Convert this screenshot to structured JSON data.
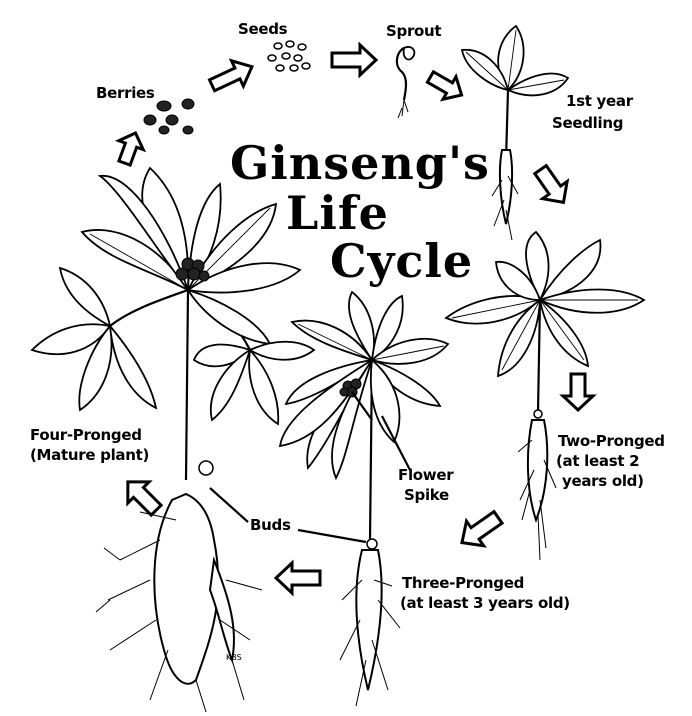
{
  "title": {
    "line1": "Ginseng's",
    "line2": "Life",
    "line3": "Cycle"
  },
  "labels": {
    "berries": "Berries",
    "seeds": "Seeds",
    "sprout": "Sprout",
    "seedling_1": "1st year",
    "seedling_2": "Seedling",
    "two_pronged_1": "Two-Pronged",
    "two_pronged_2": "(at least 2",
    "two_pronged_3": "years old)",
    "three_pronged_1": "Three-Pronged",
    "three_pronged_2": "(at least 3 years old)",
    "four_pronged_1": "Four-Pronged",
    "four_pronged_2": "(Mature plant)",
    "flower_spike_1": "Flower",
    "flower_spike_2": "Spike",
    "buds": "Buds",
    "signature": "KBS"
  },
  "colors": {
    "ink": "#000000",
    "paper": "#ffffff",
    "berry": "#222222"
  }
}
